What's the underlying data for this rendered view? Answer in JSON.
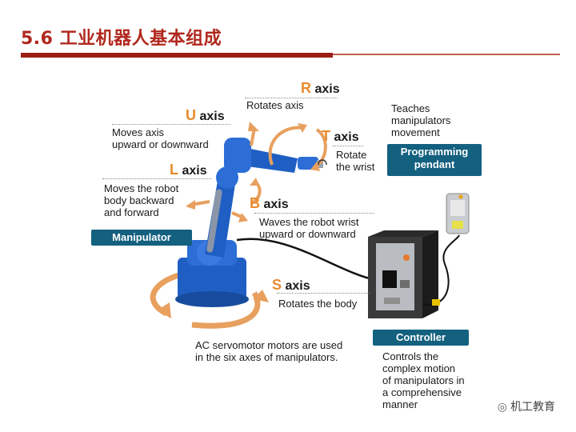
{
  "slide": {
    "title": "5.6 工业机器人基本组成"
  },
  "axes": {
    "r": {
      "letter": "R",
      "word": "axis",
      "desc": "Rotates axis"
    },
    "u": {
      "letter": "U",
      "word": "axis",
      "desc": "Moves axis\nupward or downward"
    },
    "t": {
      "letter": "T",
      "word": "axis",
      "desc": "Rotate\nthe wrist"
    },
    "l": {
      "letter": "L",
      "word": "axis",
      "desc": "Moves the robot\nbody backward\nand forward"
    },
    "b": {
      "letter": "B",
      "word": "axis",
      "desc": "Waves the robot wrist\nupward or downward"
    },
    "s": {
      "letter": "S",
      "word": "axis",
      "desc": "Rotates the body"
    }
  },
  "labels": {
    "manipulator": "Manipulator",
    "programming_pendant": "Programming\npendant",
    "controller": "Controller"
  },
  "notes": {
    "pendant": "Teaches\nmanipulators\nmovement",
    "servomotor": "AC servomotor motors are used\nin the six axes of manipulators.",
    "controller": "Controls the\ncomplex motion\nof manipulators in\na comprehensive\nmanner"
  },
  "watermark": "机工教育",
  "colors": {
    "title": "#b0281e",
    "label_bg": "#13607f",
    "axis_letter": "#e88a2e",
    "robot": "#1f5fc4",
    "arrow": "#e8a05e"
  }
}
